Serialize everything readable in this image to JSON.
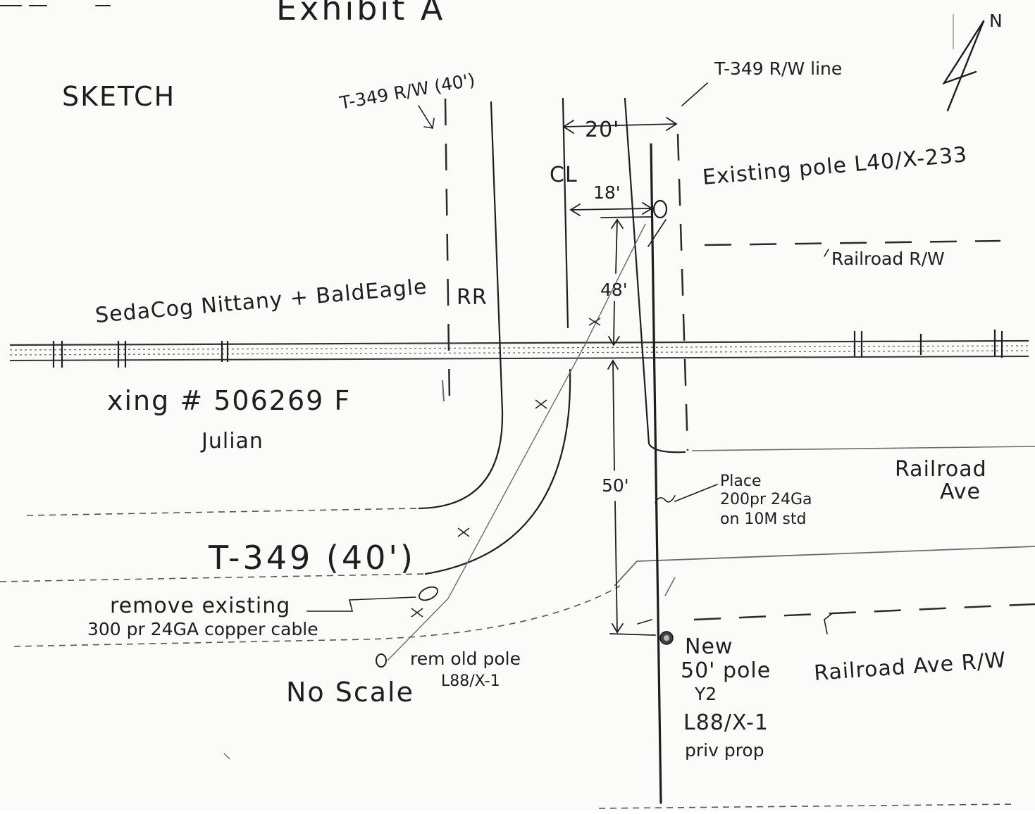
{
  "title": "Exhibit A",
  "sketch_label": "SKETCH",
  "north_label": "N",
  "labels": {
    "t349_row_40": "T-349 R/W (40')",
    "t349_row_line": "T-349 R/W line",
    "width_20": "20'",
    "centerline": "CL",
    "existing_pole": "Existing pole L40/X-233",
    "dim_18": "18'",
    "railroad_row": "Railroad R/W",
    "dim_48": "48'",
    "railroad_name": "SedaCog Nittany + BaldEagle",
    "rr": "RR",
    "crossing": "xing # 506269 F",
    "julian": "Julian",
    "dim_50": "50'",
    "place_line1": "Place",
    "place_line2": "200pr 24Ga",
    "place_line3": "on 10M std",
    "railroad_ave_1": "Railroad",
    "railroad_ave_2": "Ave",
    "t349_road": "T-349 (40')",
    "remove_line1": "remove existing",
    "remove_line2": "300 pr 24GA copper cable",
    "rem_old_pole_1": "rem old pole",
    "rem_old_pole_2": "L88/X-1",
    "new_pole_1": "New",
    "new_pole_2": "50' pole",
    "new_pole_3": "Y2",
    "new_pole_4": "L88/X-1",
    "new_pole_5": "priv prop",
    "railroad_ave_row": "Railroad Ave R/W",
    "no_scale": "No Scale"
  },
  "colors": {
    "ink": "#1e1e1e",
    "paper": "#fbfbfa"
  }
}
